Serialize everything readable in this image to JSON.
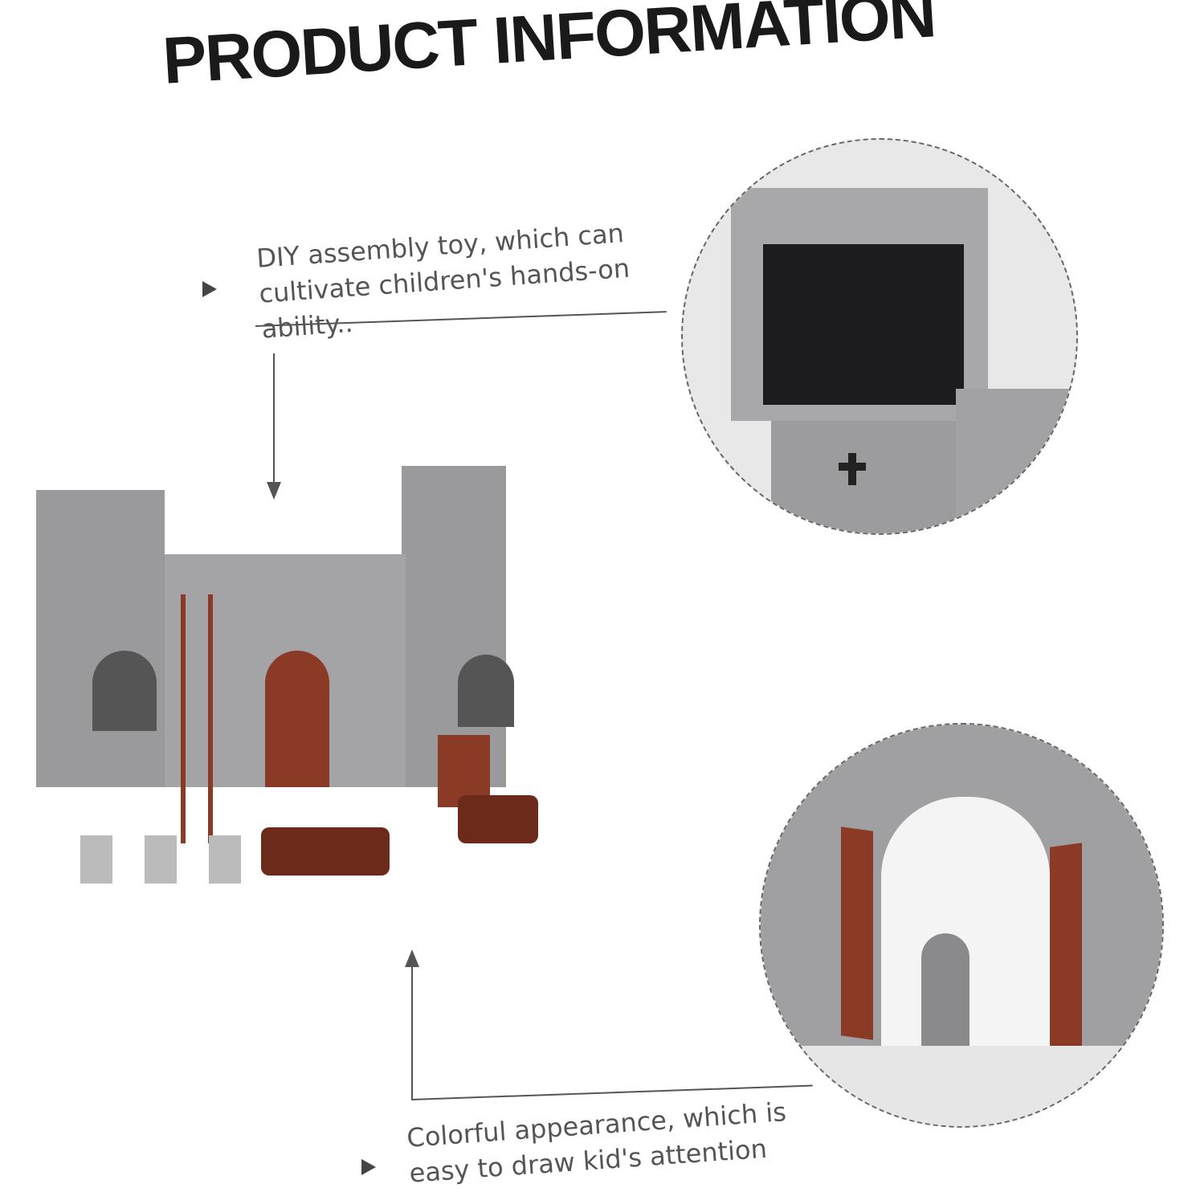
{
  "title": "PRODUCT INFORMATION",
  "features": [
    {
      "text": "DIY assembly toy, which can cultivate children's hands-on ability..",
      "icon": "triangle-bullet-icon"
    },
    {
      "text": "Colorful appearance, which is easy to draw kid's attention",
      "icon": "triangle-bullet-icon"
    }
  ],
  "colors": {
    "stone": "#9a9a9c",
    "wood": "#8b3a26",
    "text": "#555555",
    "title": "#1a1a1a"
  }
}
